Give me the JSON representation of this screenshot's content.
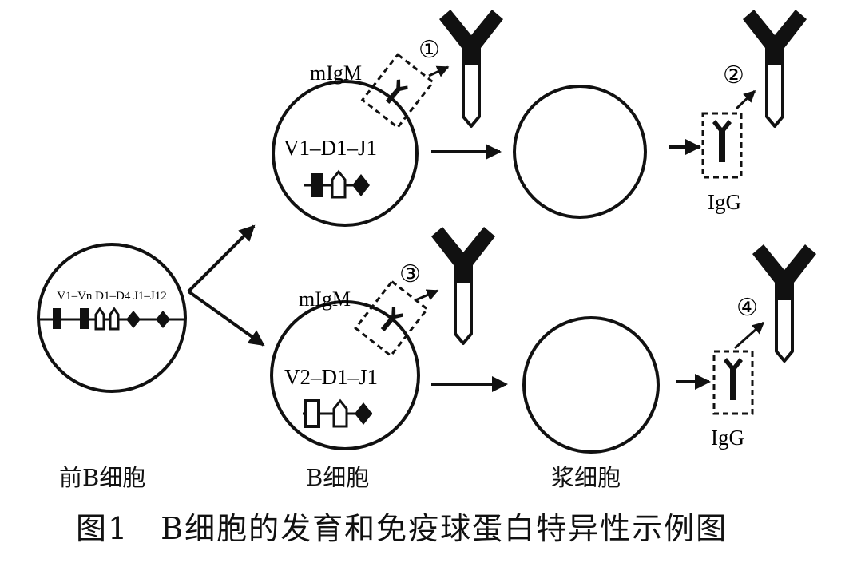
{
  "pre_b_cell": {
    "gene_label": "V1–Vn D1–D4 J1–J12",
    "label": "前B细胞"
  },
  "b_cell_top": {
    "surface_label": "mIgM",
    "gene_label": "V1–D1–J1",
    "marker": "①"
  },
  "b_cell_bottom": {
    "surface_label": "mIgM",
    "gene_label": "V2–D1–J1",
    "marker": "③"
  },
  "plasma_top": {
    "antibody_label": "IgG",
    "marker": "②"
  },
  "plasma_bottom": {
    "antibody_label": "IgG",
    "marker": "④"
  },
  "stage_labels": {
    "b_cell": "B细胞",
    "plasma_cell": "浆细胞"
  },
  "caption": "图1　B细胞的发育和免疫球蛋白特异性示例图"
}
